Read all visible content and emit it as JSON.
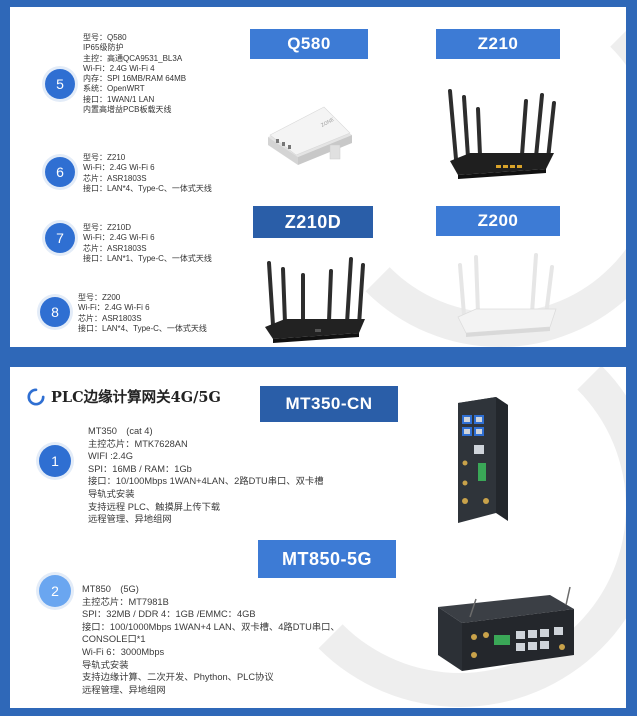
{
  "top": {
    "items": [
      {
        "num": "5",
        "lines": [
          "型号：Q580",
          "IP65级防护",
          "主控：高通QCA9531_BL3A",
          "Wi-Fi：2.4G Wi-Fi 4",
          "内存：SPI 16MB/RAM 64MB",
          "系统：OpenWRT",
          "接口：1WAN/1 LAN",
          "内置高增益PCB板载天线"
        ]
      },
      {
        "num": "6",
        "lines": [
          "型号：Z210",
          "Wi-Fi：2.4G Wi-Fi 6",
          "芯片：ASR1803S",
          "接口：LAN*4、Type-C、一体式天线"
        ]
      },
      {
        "num": "7",
        "lines": [
          "型号：Z210D",
          "Wi-Fi：2.4G Wi-Fi 6",
          "芯片：ASR1803S",
          "接口：LAN*1、Type-C、一体式天线"
        ]
      },
      {
        "num": "8",
        "lines": [
          "型号：Z200",
          "Wi-Fi：2.4G Wi-Fi 6",
          "芯片：ASR1803S",
          "接口：LAN*4、Type-C、一体式天线"
        ]
      }
    ],
    "labels": {
      "q580": "Q580",
      "z210": "Z210",
      "z210d": "Z210D",
      "z200": "Z200"
    },
    "q580_brand": "ZONE"
  },
  "bottom": {
    "title": "PLC边缘计算网关4G/5G",
    "items": [
      {
        "num": "1",
        "lines": [
          "MT350　(cat 4)",
          "主控芯片：MTK7628AN",
          "WIFI :2.4G",
          "SPI：16MB / RAM：1Gb",
          "接口：10/100Mbps 1WAN+4LAN、2路DTU串口、双卡槽",
          "导轨式安装",
          "支持远程 PLC、触摸屏上传下载",
          "远程管理、异地组网"
        ]
      },
      {
        "num": "2",
        "lines": [
          "MT850　(5G)",
          "主控芯片：MT7981B",
          "SPI：32MB / DDR 4：1GB /EMMC：4GB",
          "接口：100/1000Mbps 1WAN+4 LAN、双卡槽、4路DTU串口、",
          "CONSOLE口*1",
          "Wi-Fi 6：3000Mbps",
          "导轨式安装",
          "支持边缘计算、二次开发、Phython、PLC协议",
          "远程管理、异地组网"
        ]
      }
    ],
    "labels": {
      "mt350": "MT350-CN",
      "mt850": "MT850-5G"
    }
  },
  "colors": {
    "frame": "#2f68b8",
    "badge": "#2f6fd2",
    "label": "#3d7bd5"
  }
}
